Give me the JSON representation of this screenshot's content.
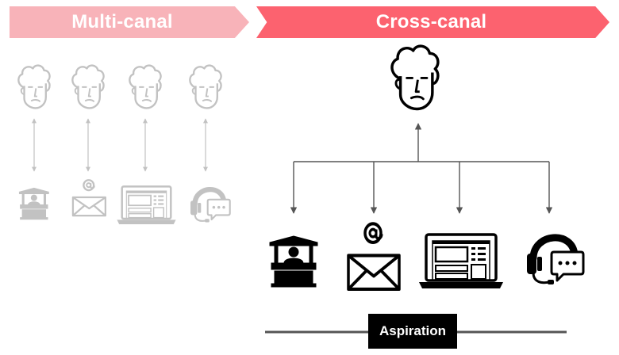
{
  "banners": {
    "multi": {
      "label": "Multi-canal",
      "color": "#f8b3b9"
    },
    "cross": {
      "label": "Cross-canal",
      "color": "#fc626f"
    }
  },
  "aspiration": {
    "label": "Aspiration",
    "color": "#000000"
  },
  "multi_canal": {
    "faded_color": "#c2c2c2",
    "channels": [
      {
        "customer": "customer-face-icon",
        "channel": "kiosk-icon"
      },
      {
        "customer": "customer-face-icon",
        "channel": "email-icon"
      },
      {
        "customer": "customer-face-icon",
        "channel": "laptop-icon"
      },
      {
        "customer": "customer-face-icon",
        "channel": "headset-chat-icon"
      }
    ]
  },
  "cross_canal": {
    "customer": "customer-face-icon",
    "channels": [
      "kiosk-icon",
      "email-icon",
      "laptop-icon",
      "headset-chat-icon"
    ]
  }
}
